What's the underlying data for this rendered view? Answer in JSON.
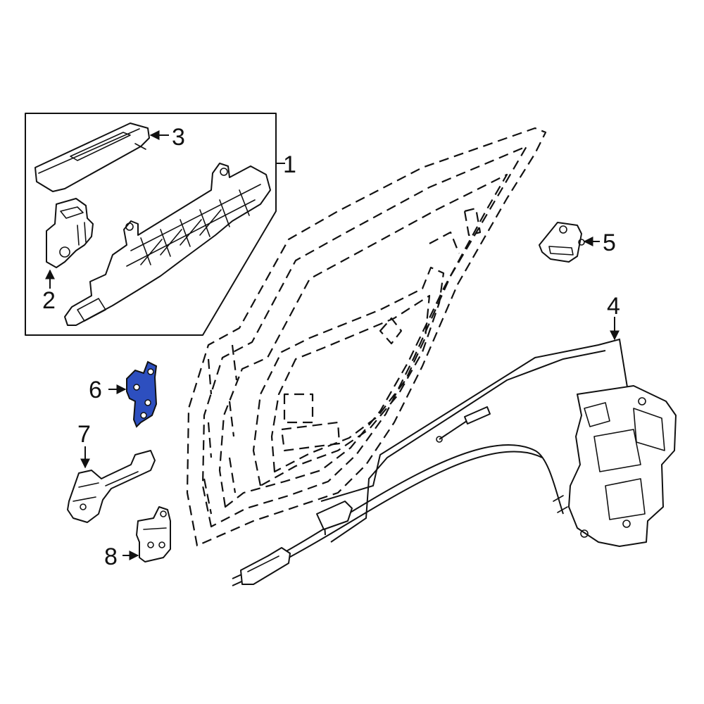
{
  "colors": {
    "background": "#ffffff",
    "line": "#111111",
    "highlight": "#2d4fbf"
  },
  "callouts": {
    "c1": "1",
    "c2": "2",
    "c3": "3",
    "c4": "4",
    "c5": "5",
    "c6": "6",
    "c7": "7",
    "c8": "8"
  },
  "highlighted_part": "6"
}
